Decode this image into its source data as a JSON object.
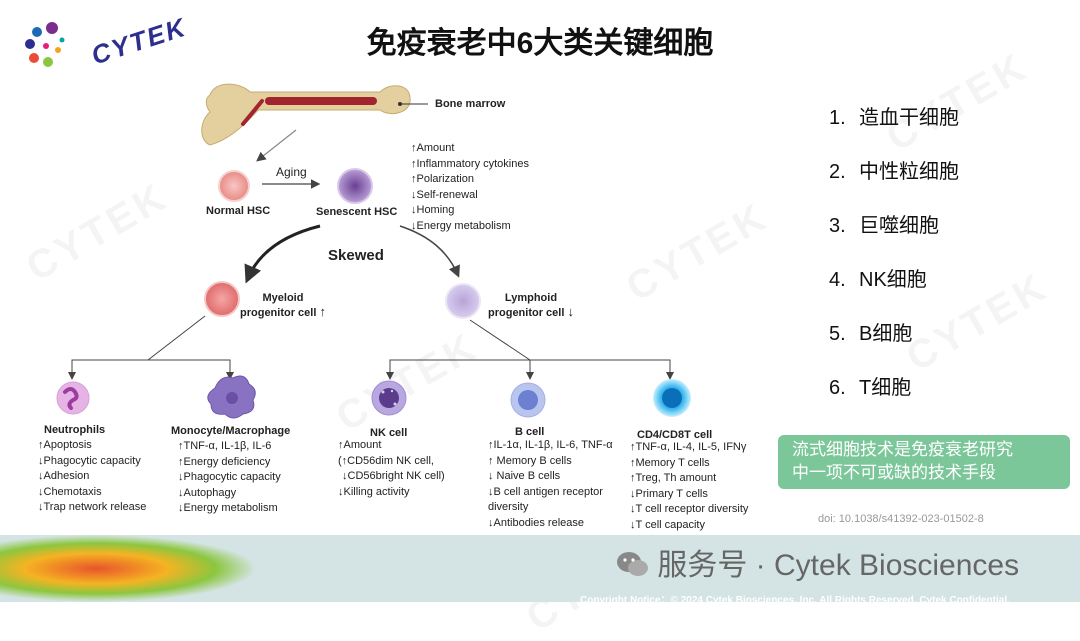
{
  "title": "免疫衰老中6大类关键细胞",
  "logo": {
    "text": "CYTEK"
  },
  "watermark": "CYTEK",
  "diagram": {
    "bone_marrow": "Bone marrow",
    "aging": "Aging",
    "normal_hsc": "Normal HSC",
    "senescent_hsc": "Senescent HSC",
    "senescent_changes": [
      "↑Amount",
      "↑Inflammatory cytokines",
      "↑Polarization",
      "↓Self-renewal",
      "↓Homing",
      "↓Energy metabolism"
    ],
    "skewed": "Skewed",
    "myeloid": {
      "line1": "Myeloid",
      "line2": "progenitor cell",
      "arrow": "↑"
    },
    "lymphoid": {
      "line1": "Lymphoid",
      "line2": "progenitor cell",
      "arrow": "↓"
    },
    "cells": {
      "neutrophils": {
        "name": "Neutrophils",
        "items": [
          "↑Apoptosis",
          "↓Phagocytic capacity",
          "↓Adhesion",
          "↓Chemotaxis",
          "↓Trap network release"
        ]
      },
      "monocyte": {
        "name": "Monocyte/Macrophage",
        "items": [
          "↑TNF-α, IL-1β, IL-6",
          "↑Energy deficiency",
          "↓Phagocytic capacity",
          "↓Autophagy",
          "↓Energy metabolism"
        ]
      },
      "nk": {
        "name": "NK cell",
        "items": [
          "↑Amount",
          "(↑CD56dim NK cell,",
          "↓CD56bright NK cell)",
          "↓Killing activity"
        ]
      },
      "bcell": {
        "name": "B cell",
        "items": [
          "↑IL-1α, IL-1β, IL-6, TNF-α",
          "↑ Memory B cells",
          "↓ Naive B cells",
          "↓B cell antigen receptor",
          "diversity",
          "↓Antibodies release"
        ]
      },
      "tcell": {
        "name": "CD4/CD8T cell",
        "items": [
          "↑TNF-α, IL-4, IL-5, IFNγ",
          "↑Memory T cells",
          "↑Treg, Th amount",
          "↓Primary T cells",
          "↓T cell receptor diversity",
          "↓T cell capacity"
        ]
      }
    }
  },
  "list": [
    {
      "num": "1.",
      "label": "造血干细胞"
    },
    {
      "num": "2.",
      "label": "中性粒细胞"
    },
    {
      "num": "3.",
      "label": "巨噬细胞"
    },
    {
      "num": "4.",
      "label": "NK细胞"
    },
    {
      "num": "5.",
      "label": "B细胞"
    },
    {
      "num": "6.",
      "label": "T细胞"
    }
  ],
  "callout": {
    "line1": "流式细胞技术是免疫衰老研究",
    "line2": "中一项不可或缺的技术手段"
  },
  "doi": "doi: 10.1038/s41392-023-01502-8",
  "wechat": "服务号 · Cytek Biosciences",
  "copyright": "Copyright Notice：© 2024 Cytek Biosciences, Inc. All Rights Reserved. Cytek Confidential."
}
